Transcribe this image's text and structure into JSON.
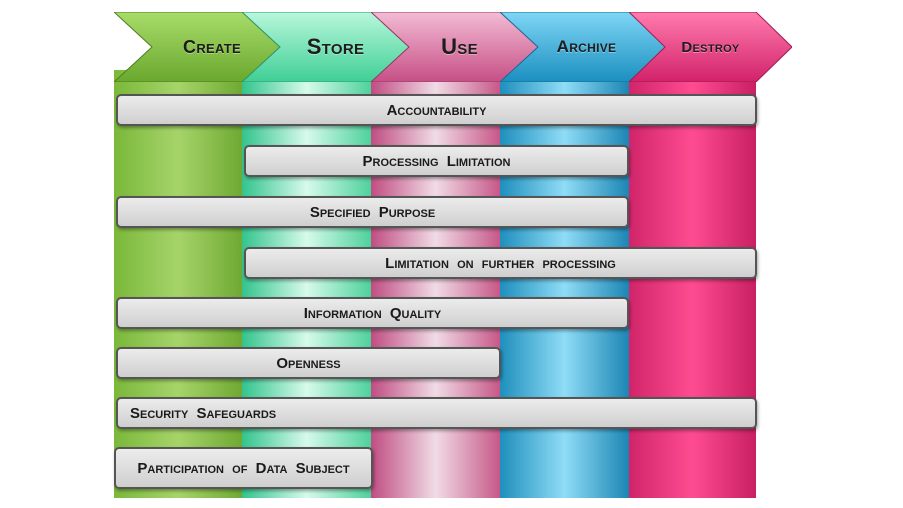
{
  "stages": [
    {
      "label": "Create",
      "color": "#8cc63f"
    },
    {
      "label": "Store",
      "color": "#7de8bd"
    },
    {
      "label": "Use",
      "color": "#d86e9e"
    },
    {
      "label": "Archive",
      "color": "#3cb8e0"
    },
    {
      "label": "Destroy",
      "color": "#ee3b7d"
    }
  ],
  "principles": [
    {
      "label": "Accountability"
    },
    {
      "label": "Processing Limitation"
    },
    {
      "label": "Specified Purpose"
    },
    {
      "label": "Limitation on further processing"
    },
    {
      "label": "Information Quality"
    },
    {
      "label": "Openness"
    },
    {
      "label": "Security Safeguards"
    },
    {
      "label": "Participation of Data Subject"
    }
  ]
}
